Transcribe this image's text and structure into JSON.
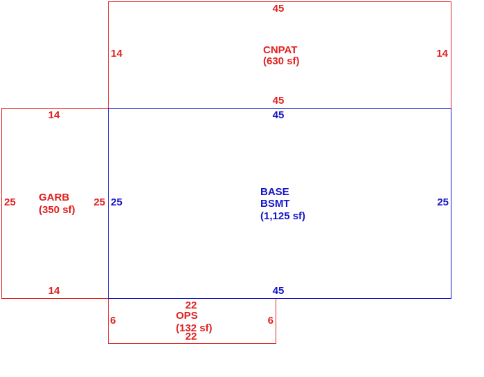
{
  "colors": {
    "addition": "#e02020",
    "base": "#1414c8"
  },
  "areas": {
    "cnpat": {
      "name": "CNPAT",
      "area": "(630 sf)",
      "dim_top": "45",
      "dim_bottom": "45",
      "dim_left": "14",
      "dim_right": "14"
    },
    "base": {
      "name_line1": "BASE",
      "name_line2": "BSMT",
      "area": "(1,125 sf)",
      "dim_top": "45",
      "dim_bottom": "45",
      "dim_left": "25",
      "dim_right": "25"
    },
    "garb": {
      "name": "GARB",
      "area": "(350 sf)",
      "dim_top": "14",
      "dim_bottom": "14",
      "dim_left": "25",
      "dim_right": "25"
    },
    "ops": {
      "name": "OPS",
      "area": "(132 sf)",
      "dim_top": "22",
      "dim_bottom": "22",
      "dim_left": "6",
      "dim_right": "6"
    }
  }
}
